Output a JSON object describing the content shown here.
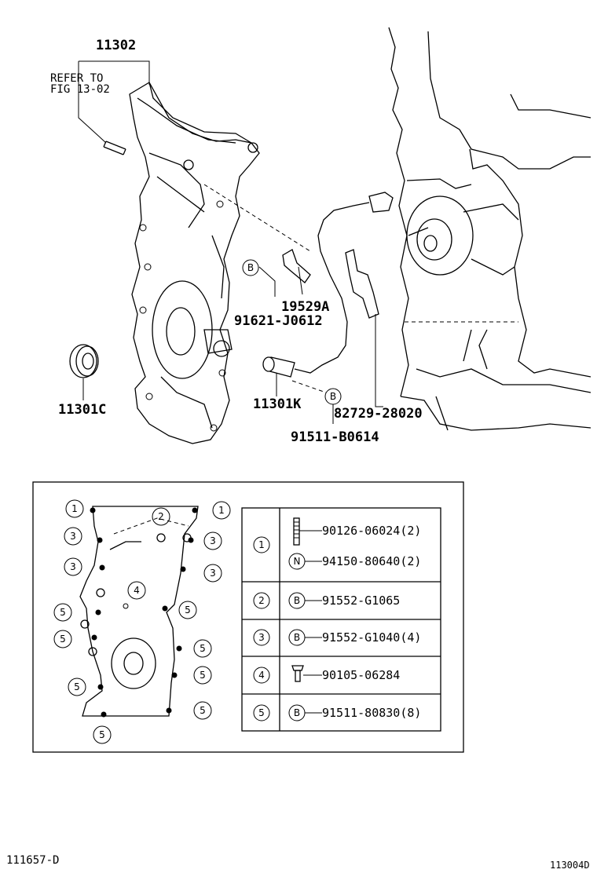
{
  "callouts": {
    "cover": "11302",
    "refer_line1": "REFER TO",
    "refer_line2": "FIG 13-02",
    "seal": "11301C",
    "bracket": "19529A",
    "bracket_bolt": "91621-J0612",
    "sensor": "11301K",
    "clamp": "82729-28020",
    "sensor_bolt": "91511-B0614",
    "marker_B": "B"
  },
  "layout_markers": {
    "m1": "1",
    "m2": "2",
    "m3": "3",
    "m4": "4",
    "m5": "5"
  },
  "fastener_table": [
    {
      "ref": "1",
      "entries": [
        {
          "marker": "",
          "part": "90126-06024(2)"
        },
        {
          "marker": "N",
          "part": "94150-80640(2)"
        }
      ]
    },
    {
      "ref": "2",
      "entries": [
        {
          "marker": "B",
          "part": "91552-G1065"
        }
      ]
    },
    {
      "ref": "3",
      "entries": [
        {
          "marker": "B",
          "part": "91552-G1040(4)"
        }
      ]
    },
    {
      "ref": "4",
      "entries": [
        {
          "marker": "",
          "part": "90105-06284"
        }
      ]
    },
    {
      "ref": "5",
      "entries": [
        {
          "marker": "B",
          "part": "91511-80830(8)"
        }
      ]
    }
  ],
  "footer": {
    "left_code": "111657-D",
    "right_code": "113004D"
  }
}
